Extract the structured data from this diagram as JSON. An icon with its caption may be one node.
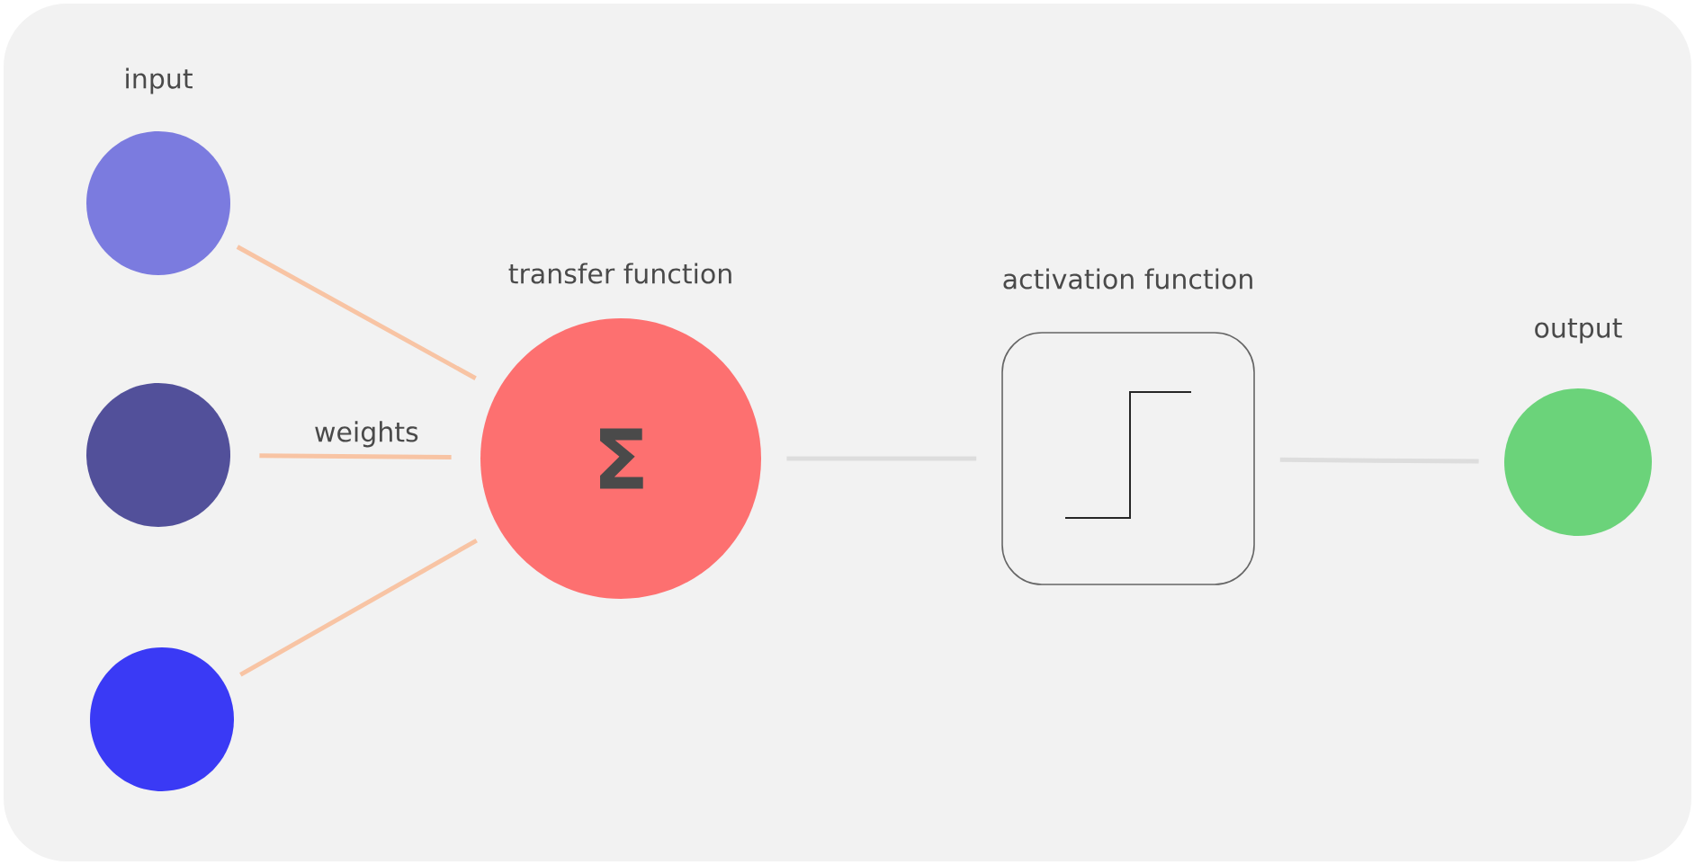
{
  "diagram": {
    "nodes": [
      {
        "text": [],
        "shape": "circle"
      },
      {
        "text": [],
        "shape": "circle"
      },
      {
        "text": [],
        "shape": "circle"
      },
      {
        "text": [
          "transfer function",
          "Σ"
        ]
      },
      {
        "text": [
          "activation function"
        ]
      },
      {
        "text": [
          "output"
        ]
      }
    ],
    "edges": [
      {
        "from": 0,
        "to": 3,
        "arrow": "none"
      },
      {
        "from": 1,
        "to": 3,
        "arrow": "none",
        "label": "weights"
      },
      {
        "from": 2,
        "to": 3,
        "arrow": "none"
      },
      {
        "from": 3,
        "to": 4,
        "arrow": "none",
        "color": "#dddddd"
      },
      {
        "from": 4,
        "to": 5,
        "arrow": "none",
        "color": "#dddddd"
      }
    ],
    "labels": [
      "input"
    ]
  }
}
